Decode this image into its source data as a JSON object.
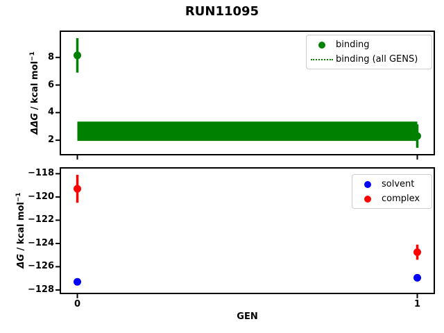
{
  "title": "RUN11095",
  "xlabel": "GEN",
  "colors": {
    "binding_green": "#008000",
    "solvent_blue": "#0000ff",
    "complex_red": "#ff0000"
  },
  "chart_data": [
    {
      "type": "scatter",
      "panel": "top",
      "ylabel": {
        "math": "ΔΔG",
        "text": " / kcal mol",
        "sup": "−1"
      },
      "xlim": [
        -0.05,
        1.05
      ],
      "ylim": [
        0.95,
        9.9
      ],
      "ytick_values": [
        2,
        4,
        6,
        8
      ],
      "ytick_labels": [
        "2",
        "4",
        "6",
        "8"
      ],
      "xtick_values": [
        0,
        1
      ],
      "xtick_labels": [
        "",
        ""
      ],
      "grid": false,
      "legend": {
        "position": "upper right",
        "entries": [
          {
            "label": "binding",
            "marker": "dot",
            "color": "#008000"
          },
          {
            "label": "binding (all GENS)",
            "marker": "dotted-line",
            "color": "#008000"
          }
        ]
      },
      "band": {
        "label": "binding (all GENS)",
        "x": [
          0,
          1
        ],
        "y_low": 1.95,
        "y_high": 3.35,
        "color": "#008000"
      },
      "series": [
        {
          "name": "binding",
          "color": "#008000",
          "marker": "circle",
          "x": [
            0,
            1
          ],
          "y": [
            8.15,
            2.3
          ],
          "yerr": [
            1.25,
            0.85
          ]
        }
      ]
    },
    {
      "type": "scatter",
      "panel": "bottom",
      "ylabel": {
        "math": "ΔG",
        "text": " / kcal mol",
        "sup": "−1"
      },
      "xlim": [
        -0.05,
        1.05
      ],
      "ylim": [
        -128.3,
        -117.5
      ],
      "ytick_values": [
        -118,
        -120,
        -122,
        -124,
        -126,
        -128
      ],
      "ytick_labels": [
        "−118",
        "−120",
        "−122",
        "−124",
        "−126",
        "−128"
      ],
      "xtick_values": [
        0,
        1
      ],
      "xtick_labels": [
        "0",
        "1"
      ],
      "grid": false,
      "legend": {
        "position": "upper right",
        "entries": [
          {
            "label": "solvent",
            "marker": "dot",
            "color": "#0000ff"
          },
          {
            "label": "complex",
            "marker": "dot",
            "color": "#ff0000"
          }
        ]
      },
      "series": [
        {
          "name": "solvent",
          "color": "#0000ff",
          "marker": "circle",
          "x": [
            0,
            1
          ],
          "y": [
            -127.3,
            -126.95
          ],
          "yerr": [
            0.1,
            0.1
          ]
        },
        {
          "name": "complex",
          "color": "#ff0000",
          "marker": "circle",
          "x": [
            0,
            1
          ],
          "y": [
            -119.3,
            -124.75
          ],
          "yerr": [
            1.2,
            0.65
          ]
        }
      ]
    }
  ]
}
